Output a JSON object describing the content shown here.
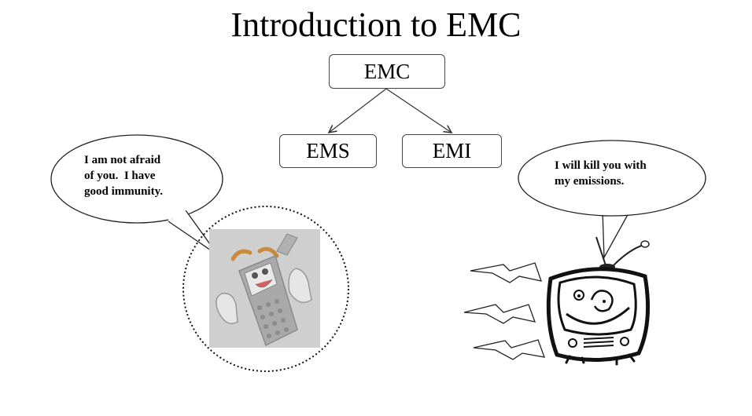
{
  "title": "Introduction to EMC",
  "diagram": {
    "root": "EMC",
    "children": [
      "EMS",
      "EMI"
    ]
  },
  "phone_bubble": {
    "lines": [
      "I am not afraid",
      "of you.  I have",
      "good immunity."
    ]
  },
  "tv_bubble": {
    "lines": [
      "I will kill you with",
      "my emissions."
    ]
  },
  "colors": {
    "background": "#ffffff",
    "border": "#444444",
    "phone_panel": "#cfcfcf"
  },
  "icons": [
    "cell-phone-character-icon",
    "television-character-icon",
    "lightning-bolt-icon"
  ]
}
